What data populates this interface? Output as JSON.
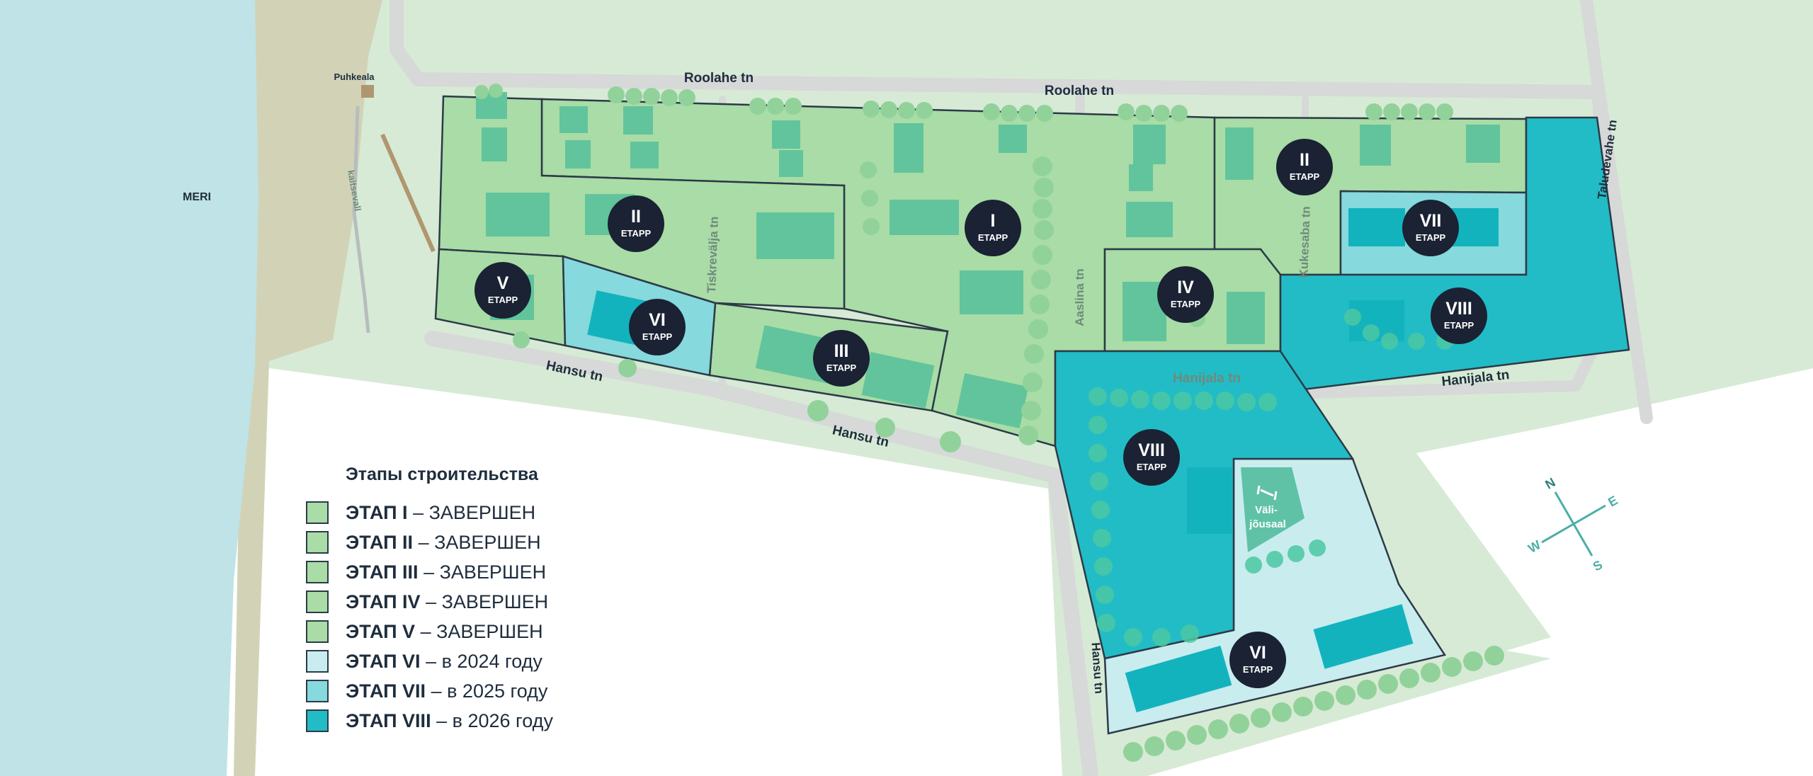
{
  "labels": {
    "sea": "MERI",
    "rest_area": "Puhkeala",
    "dam": "kaitsevall",
    "outdoor_gym": [
      "Väli-",
      "jõusaal"
    ]
  },
  "streets": {
    "roolahe_1": "Roolahe tn",
    "roolahe_2": "Roolahe tn",
    "taludevahe": "Taludevahe tn",
    "kukesaba": "Kukesaba tn",
    "aaslina": "Aaslina tn",
    "tiskrevalja": "Tiskreväljа tn",
    "hanijala_1": "Hanijala tn",
    "hanijala_2": "Hanijala tn",
    "hansu_1": "Hansu tn",
    "hansu_2": "Hansu tn",
    "hansu_3": "Hansu tn"
  },
  "stage_markers": [
    {
      "roman": "I",
      "sub": "ETAPP"
    },
    {
      "roman": "II",
      "sub": "ETAPP"
    },
    {
      "roman": "II",
      "sub": "ETAPP"
    },
    {
      "roman": "III",
      "sub": "ETAPP"
    },
    {
      "roman": "IV",
      "sub": "ETAPP"
    },
    {
      "roman": "V",
      "sub": "ETAPP"
    },
    {
      "roman": "VI",
      "sub": "ETAPP"
    },
    {
      "roman": "VI",
      "sub": "ETAPP"
    },
    {
      "roman": "VII",
      "sub": "ETAPP"
    },
    {
      "roman": "VIII",
      "sub": "ETAPP"
    },
    {
      "roman": "VIII",
      "sub": "ETAPP"
    }
  ],
  "compass": {
    "n": "N",
    "e": "E",
    "s": "S",
    "w": "W"
  },
  "legend": {
    "title": "Этапы строительства",
    "items": [
      {
        "stage": "ЭТАП I",
        "status": " – ЗАВЕРШЕН",
        "color": "#a9dca6"
      },
      {
        "stage": "ЭТАП II",
        "status": " – ЗАВЕРШЕН",
        "color": "#a9dca6"
      },
      {
        "stage": "ЭТАП III",
        "status": " – ЗАВЕРШЕН",
        "color": "#a9dca6"
      },
      {
        "stage": "ЭТАП IV",
        "status": " – ЗАВЕРШЕН",
        "color": "#a9dca6"
      },
      {
        "stage": "ЭТАП V",
        "status": " – ЗАВЕРШЕН",
        "color": "#a9dca6"
      },
      {
        "stage": "ЭТАП VI",
        "status": " – в 2024 году",
        "color": "#c9ecef"
      },
      {
        "stage": "ЭТАП VII",
        "status": " – в 2025 году",
        "color": "#86d9dc"
      },
      {
        "stage": "ЭТАП VIII",
        "status": " – в 2026 году",
        "color": "#22bcc6"
      }
    ]
  },
  "colors": {
    "sea": "#bfe3e6",
    "beach": "#d2d3b6",
    "park": "#d7ead5",
    "completed": "#a9dca6",
    "stage6": "#c9ecef",
    "stage7": "#86d9dc",
    "stage8": "#22bcc6",
    "building": "#62c49c",
    "tree": "#91d29a",
    "marker": "#1a2233",
    "road": "#d6d9d8"
  }
}
